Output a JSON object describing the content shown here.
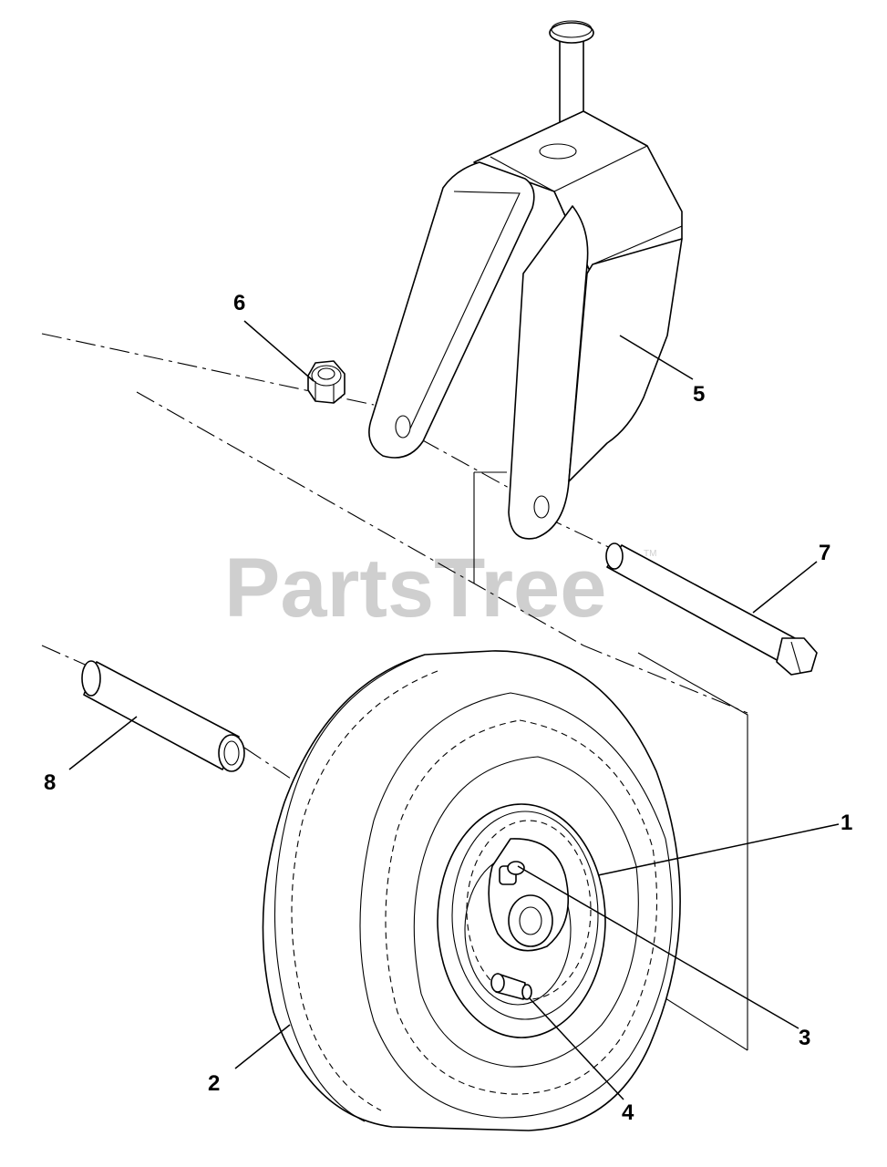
{
  "watermark": {
    "text": "PartsTree",
    "trademark": "TM"
  },
  "callouts": [
    {
      "id": "1",
      "text": "1"
    },
    {
      "id": "2",
      "text": "2"
    },
    {
      "id": "3",
      "text": "3"
    },
    {
      "id": "4",
      "text": "4"
    },
    {
      "id": "5",
      "text": "5"
    },
    {
      "id": "6",
      "text": "6"
    },
    {
      "id": "7",
      "text": "7"
    },
    {
      "id": "8",
      "text": "8"
    }
  ]
}
